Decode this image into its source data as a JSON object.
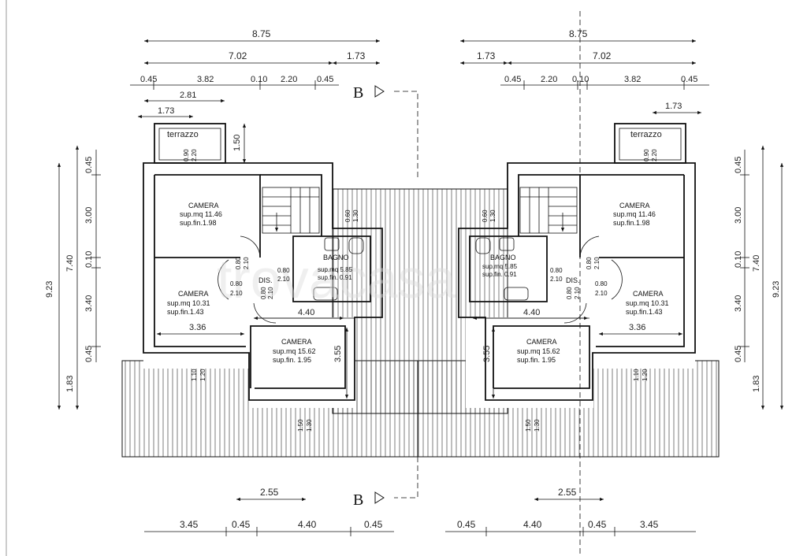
{
  "diagram": {
    "watermark": "trovacasa",
    "sections": {
      "top_label": "B",
      "bottom_label": "B"
    },
    "left": {
      "top_dims": {
        "overall": "8.75",
        "row2": [
          "7.02",
          "1.73"
        ],
        "row3": [
          "0.45",
          "3.82",
          "0.10",
          "2.20",
          "0.45"
        ],
        "row4": "2.81",
        "row5": "1.73"
      },
      "side_dims": {
        "overall": "9.23",
        "mid": "7.40",
        "segments": [
          "0.45",
          "3.00",
          "0.10",
          "3.40",
          "0.45"
        ],
        "bottom": "1.83"
      },
      "terrace": {
        "label": "terrazzo",
        "door_w": "0.90",
        "door_h": "2.20",
        "depth": "1.50"
      },
      "rooms": [
        {
          "name": "CAMERA",
          "area": "sup.mq  11.46",
          "window": "sup.fin.1.98"
        },
        {
          "name": "CAMERA",
          "area": "sup.mq  10.31",
          "window": "sup.fin.1.43",
          "width": "3.36"
        },
        {
          "name": "CAMERA",
          "area": "sup.mq  15.62",
          "window": "sup.fin.  1.95",
          "width": "4.40",
          "depth": "3.55"
        },
        {
          "name": "BAGNO",
          "area": "sup.mq  5.85",
          "window": "sup.fin.  0.91"
        },
        {
          "name": "DIS."
        }
      ],
      "door_labels": {
        "a_w": "0.80",
        "a_h": "2.10",
        "b_w": "0.80",
        "b_h": "2.10",
        "c_w": "0.80",
        "c_h": "2.10",
        "d_w": "0.60",
        "d_h": "1.30",
        "e_w": "1.10",
        "e_h": "1.20",
        "f_w": "1.50",
        "f_h": "1.30"
      },
      "bottom_dims": {
        "upper": "2.55",
        "row": [
          "3.45",
          "0.45",
          "4.40",
          "0.45"
        ]
      }
    },
    "right": {
      "top_dims": {
        "overall": "8.75",
        "row2": [
          "1.73",
          "7.02"
        ],
        "row3": [
          "0.45",
          "2.20",
          "0.10",
          "3.82",
          "0.45"
        ],
        "row5": "1.73"
      },
      "side_dims": {
        "overall": "9.23",
        "mid": "7.40",
        "segments": [
          "0.45",
          "3.00",
          "0.10",
          "3.40",
          "0.45"
        ],
        "bottom": "1.83"
      },
      "terrace": {
        "label": "terrazzo",
        "door_w": "0.90",
        "door_h": "2.20"
      },
      "rooms": [
        {
          "name": "CAMERA",
          "area": "sup.mq  11.46",
          "window": "sup.fin.1.98"
        },
        {
          "name": "CAMERA",
          "area": "sup.mq  10.31",
          "window": "sup.fin.1.43",
          "width": "3.36"
        },
        {
          "name": "CAMERA",
          "area": "sup.mq  15.62",
          "window": "sup.fin.  1.95",
          "width": "4.40",
          "depth": "3.55"
        },
        {
          "name": "BAGNO",
          "area": "sup.mq  5.85",
          "window": "sup.fin.  0.91"
        },
        {
          "name": "DIS."
        }
      ],
      "door_labels": {
        "a_w": "0.80",
        "a_h": "2.10",
        "b_w": "0.80",
        "b_h": "2.10",
        "c_w": "0.80",
        "c_h": "2.10",
        "d_w": "0.60",
        "d_h": "1.30",
        "e_w": "1.10",
        "e_h": "1.20",
        "f_w": "1.50",
        "f_h": "1.30"
      },
      "bottom_dims": {
        "upper": "2.55",
        "row": [
          "0.45",
          "4.40",
          "0.45",
          "3.45"
        ]
      }
    }
  }
}
